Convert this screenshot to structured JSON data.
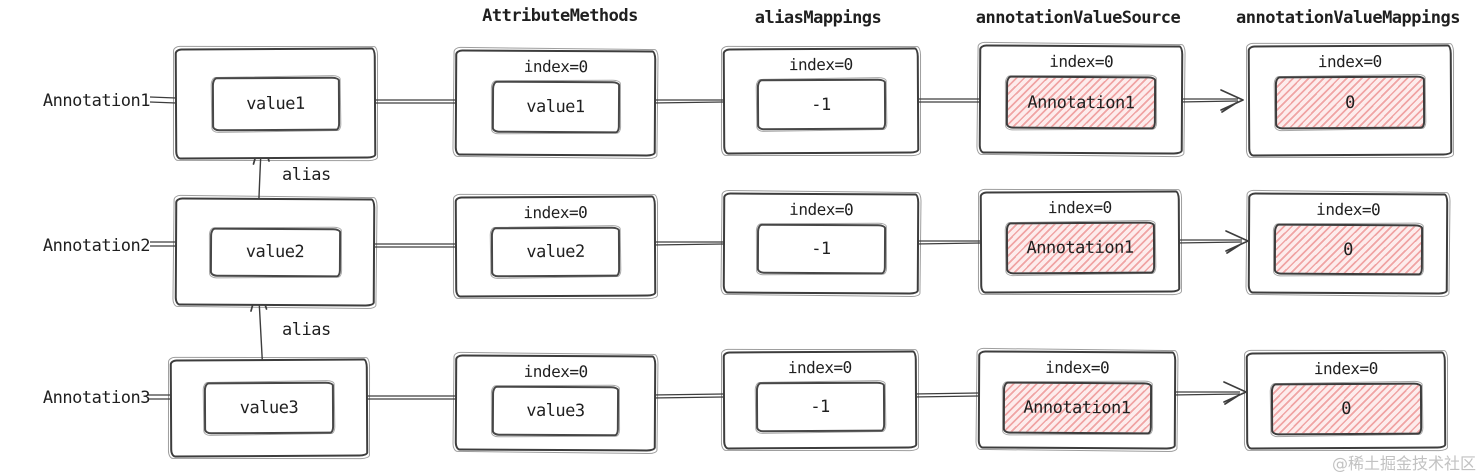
{
  "headers": {
    "attribute_methods": "AttributeMethods",
    "alias_mappings": "aliasMappings",
    "annotation_value_source": "annotationValueSource",
    "annotation_value_mappings": "annotationValueMappings"
  },
  "rows": [
    {
      "label": "Annotation1",
      "annotation": {
        "value": "value1"
      },
      "attribute_methods": {
        "index_label": "index=0",
        "value": "value1"
      },
      "alias_mappings": {
        "index_label": "index=0",
        "value": "-1"
      },
      "annotation_value_source": {
        "index_label": "index=0",
        "value": "Annotation1",
        "highlighted": true
      },
      "annotation_value_mappings": {
        "index_label": "index=0",
        "value": "0",
        "highlighted": true
      }
    },
    {
      "label": "Annotation2",
      "annotation": {
        "value": "value2"
      },
      "attribute_methods": {
        "index_label": "index=0",
        "value": "value2"
      },
      "alias_mappings": {
        "index_label": "index=0",
        "value": "-1"
      },
      "annotation_value_source": {
        "index_label": "index=0",
        "value": "Annotation1",
        "highlighted": true
      },
      "annotation_value_mappings": {
        "index_label": "index=0",
        "value": "0",
        "highlighted": true
      }
    },
    {
      "label": "Annotation3",
      "annotation": {
        "value": "value3"
      },
      "attribute_methods": {
        "index_label": "index=0",
        "value": "value3"
      },
      "alias_mappings": {
        "index_label": "index=0",
        "value": "-1"
      },
      "annotation_value_source": {
        "index_label": "index=0",
        "value": "Annotation1",
        "highlighted": true
      },
      "annotation_value_mappings": {
        "index_label": "index=0",
        "value": "0",
        "highlighted": true
      }
    }
  ],
  "alias_labels": [
    "alias",
    "alias"
  ],
  "watermark": "@稀土掘金技术社区",
  "colors": {
    "stroke": "#3d3d3d",
    "highlight_fill": "#fdebeb",
    "highlight_hatch": "#e97d7d",
    "watermark_color": "#c2c2c2"
  }
}
